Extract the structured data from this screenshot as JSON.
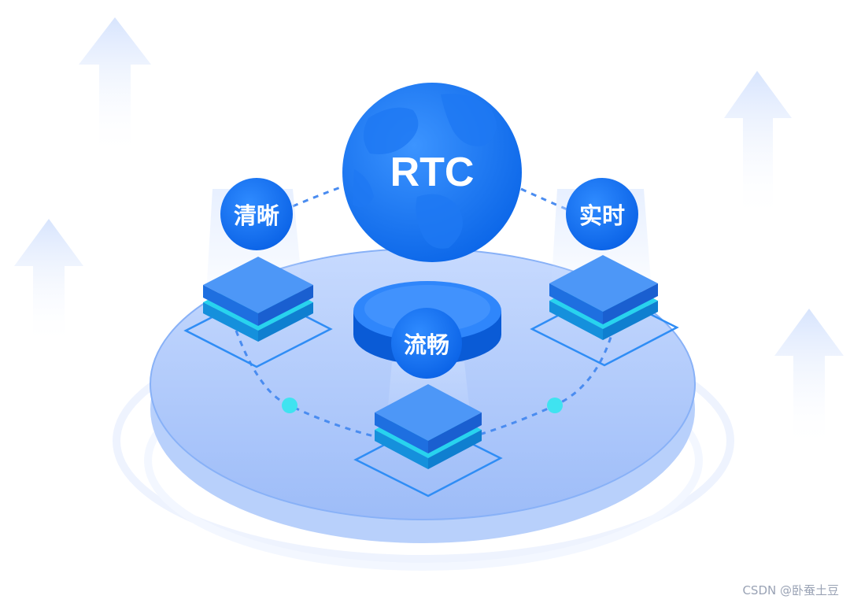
{
  "center": {
    "label": "RTC"
  },
  "features": {
    "left": "清晰",
    "right": "实时",
    "middle": "流畅"
  },
  "watermark": "CSDN @卧蚕土豆",
  "colors": {
    "primary": "#1a73f0",
    "dark": "#0a5bd6",
    "cyan": "#3fe3f0",
    "arrow": "#dfe9fd",
    "platform": "#a9c6fb"
  }
}
